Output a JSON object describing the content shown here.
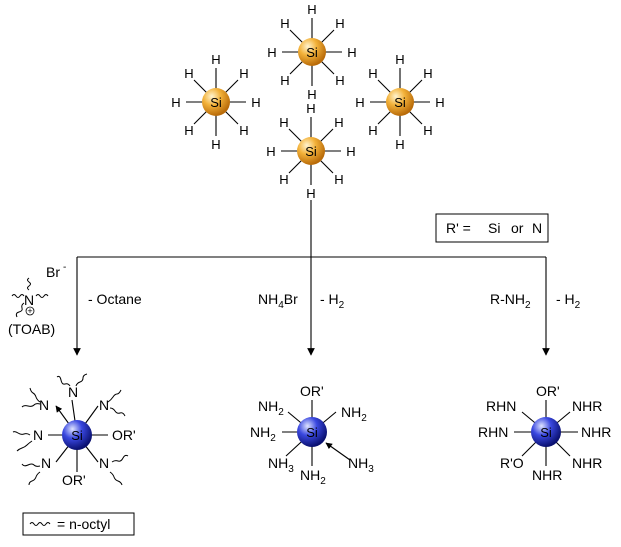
{
  "atoms": {
    "si": "Si",
    "h": "H",
    "n": "N",
    "nh2": "NH",
    "nh3": "NH",
    "two": "2",
    "three": "3",
    "or_prime": "OR'",
    "r_o": "R'O",
    "rhn": "RHN",
    "nhr": "NHR"
  },
  "legend": {
    "r_prime": "R' =",
    "si": "Si",
    "or": "or",
    "n": "N",
    "octyl": "= n-octyl"
  },
  "reagents": {
    "br": "Br",
    "minus": "-",
    "plus": "+",
    "toab": "(TOAB)",
    "octane": "- Octane",
    "nh4br_a": "NH",
    "nh4br_4": "4",
    "nh4br_b": "Br",
    "h2_a": "- H",
    "h2_2": "2",
    "rnh2_a": "R-NH",
    "rnh2_2": "2"
  },
  "colors": {
    "si_h_sphere": "#f0a020",
    "si_n_sphere": "#2030d0"
  }
}
